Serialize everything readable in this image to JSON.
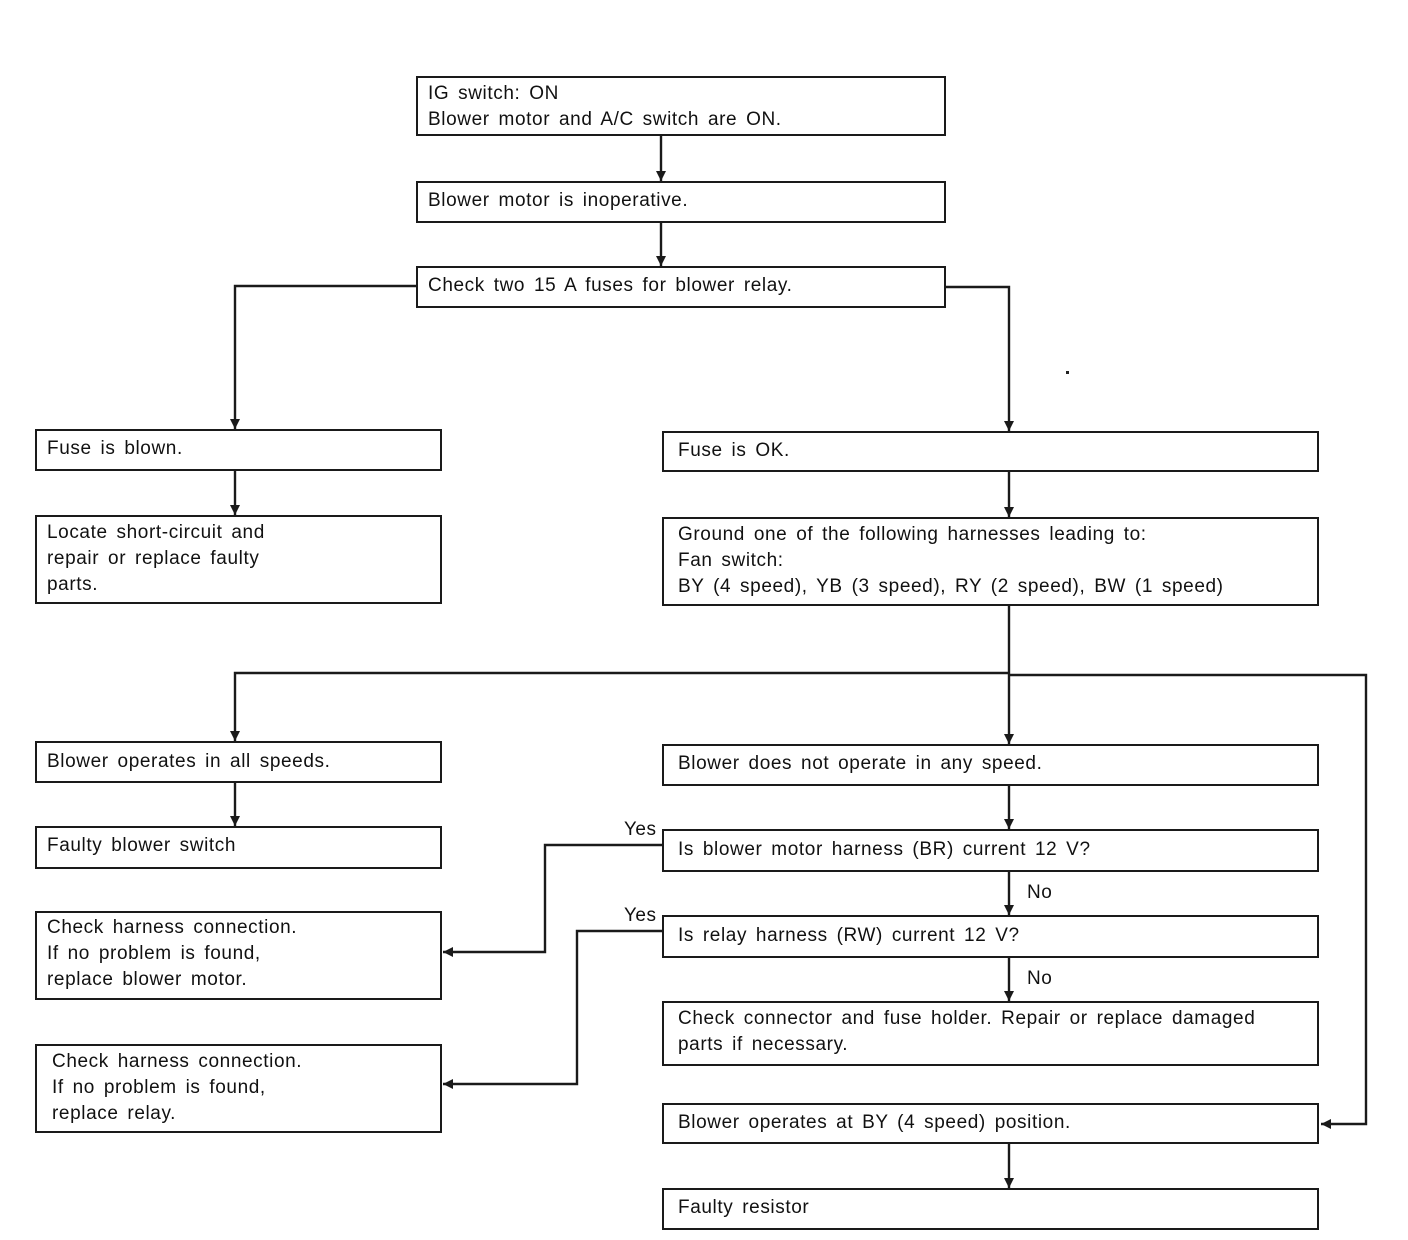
{
  "boxes": {
    "start": [
      "IG switch: ON",
      "Blower motor and A/C switch are ON."
    ],
    "inoperative": [
      "Blower motor is inoperative."
    ],
    "check_fuses": [
      "Check two 15 A fuses for blower relay."
    ],
    "fuse_blown": [
      "Fuse is blown."
    ],
    "locate_short": [
      "Locate short-circuit and",
      "repair or replace faulty",
      "parts."
    ],
    "fuse_ok": [
      "Fuse is OK."
    ],
    "ground_harness": [
      "Ground one of the following harnesses leading to:",
      "Fan switch:",
      "BY (4 speed), YB (3 speed), RY (2 speed), BW (1 speed)"
    ],
    "all_speeds": [
      "Blower operates in all speeds."
    ],
    "faulty_switch": [
      "Faulty blower switch"
    ],
    "no_speed": [
      "Blower does not operate in any speed."
    ],
    "q_motor_harness": [
      "Is blower motor harness (BR) current 12 V?"
    ],
    "q_relay_harness": [
      "Is relay harness (RW) current 12 V?"
    ],
    "replace_motor": [
      "Check harness connection.",
      "If no problem is found,",
      "replace blower motor."
    ],
    "replace_relay": [
      "Check harness connection.",
      "If no problem is found,",
      "replace relay."
    ],
    "check_connector": [
      "Check connector and fuse holder. Repair or replace damaged",
      "parts if necessary."
    ],
    "by_speed": [
      "Blower operates at BY (4 speed) position."
    ],
    "faulty_resistor": [
      "Faulty resistor"
    ]
  },
  "labels": {
    "yes_1": "Yes",
    "no_1": "No",
    "yes_2": "Yes",
    "no_2": "No"
  },
  "colors": {
    "ink": "#1a1a1a",
    "paper": "#ffffff"
  }
}
